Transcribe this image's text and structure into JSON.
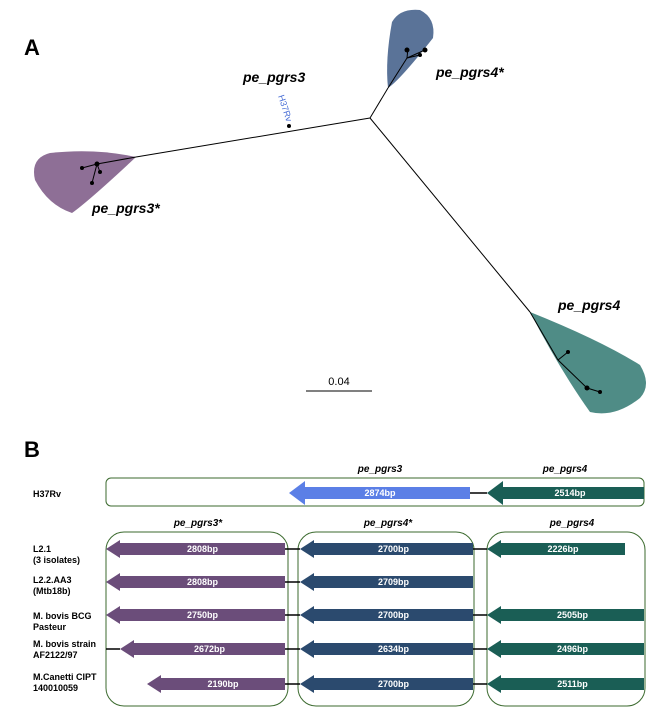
{
  "panel_a": {
    "letter": "A",
    "labels": {
      "pe_pgrs3": "pe_pgrs3",
      "pe_pgrs3_star": "pe_pgrs3*",
      "pe_pgrs4_star": "pe_pgrs4*",
      "pe_pgrs4": "pe_pgrs4",
      "h37rv": "H37Rv"
    },
    "scale_bar": "0.04",
    "colors": {
      "purple": "#8e6f96",
      "navy": "#5a7398",
      "teal": "#4f8c86"
    }
  },
  "panel_b": {
    "letter": "B",
    "ref_headers": {
      "pgrs3": "pe_pgrs3",
      "pgrs4": "pe_pgrs4"
    },
    "group_headers": {
      "g1": "pe_pgrs3*",
      "g2": "pe_pgrs4*",
      "g3": "pe_pgrs4"
    },
    "h37rv": {
      "label": "H37Rv",
      "pgrs3": "2874bp",
      "pgrs4": "2514bp"
    },
    "rows": [
      {
        "label1": "L2.1",
        "label2": "(3 isolates)",
        "g1": "2808bp",
        "g2": "2700bp",
        "g3": "2226bp"
      },
      {
        "label1": "L2.2.AA3",
        "label2": "(Mtb18b)",
        "g1": "2808bp",
        "g2": "2709bp",
        "g3": ""
      },
      {
        "label1": "M. bovis BCG",
        "label2": "Pasteur",
        "g1": "2750bp",
        "g2": "2700bp",
        "g3": "2505bp"
      },
      {
        "label1": "M. bovis strain",
        "label2": "AF2122/97",
        "g1": "2672bp",
        "g2": "2634bp",
        "g3": "2496bp"
      },
      {
        "label1": "M.Canetti CIPT",
        "label2": "140010059",
        "g1": "2190bp",
        "g2": "2700bp",
        "g3": "2511bp"
      }
    ],
    "colors": {
      "blue": "#5b7fe6",
      "teal": "#1a5e55",
      "purple": "#6b4d7a",
      "navy": "#2b4a6e",
      "border": "#3b6a2e"
    }
  }
}
